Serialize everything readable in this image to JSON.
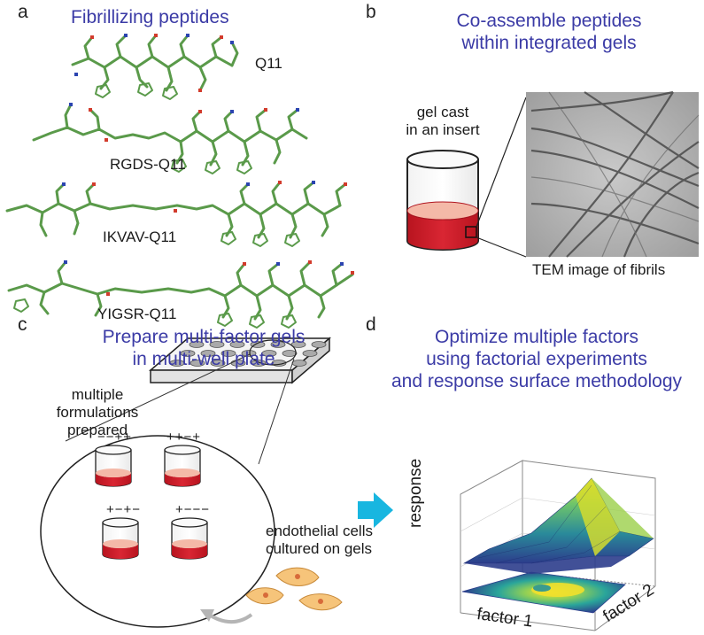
{
  "panels": {
    "a": {
      "letter": "a",
      "title": "Fibrillizing peptides",
      "peptides": [
        "Q11",
        "RGDS-Q11",
        "IKVAV-Q11",
        "YIGSR-Q11"
      ]
    },
    "b": {
      "letter": "b",
      "title_line1": "Co-assemble peptides",
      "title_line2": "within integrated gels",
      "gel_label_line1": "gel cast",
      "gel_label_line2": "in an insert",
      "tem_caption": "TEM image of fibrils"
    },
    "c": {
      "letter": "c",
      "title_line1": "Prepare multi-factor gels",
      "title_line2": "in multi-well plate",
      "formulations_line1": "multiple",
      "formulations_line2": "formulations",
      "formulations_line3": "prepared",
      "inserts": [
        "−−++",
        "++−+",
        "+−+−",
        "+−−−"
      ],
      "cells_line1": "endothelial cells",
      "cells_line2": "cultured on gels"
    },
    "d": {
      "letter": "d",
      "title_line1": "Optimize multiple factors",
      "title_line2": "using factorial experiments",
      "title_line3": "and response surface methodology",
      "z_label": "response",
      "x_label": "factor 1",
      "y_label": "factor 2"
    }
  },
  "colors": {
    "heading": "#3b3ba6",
    "peptide_backbone": "#5a9a4a",
    "gel_red": "#cc1f2a",
    "arrow_cyan": "#18b6e0"
  }
}
